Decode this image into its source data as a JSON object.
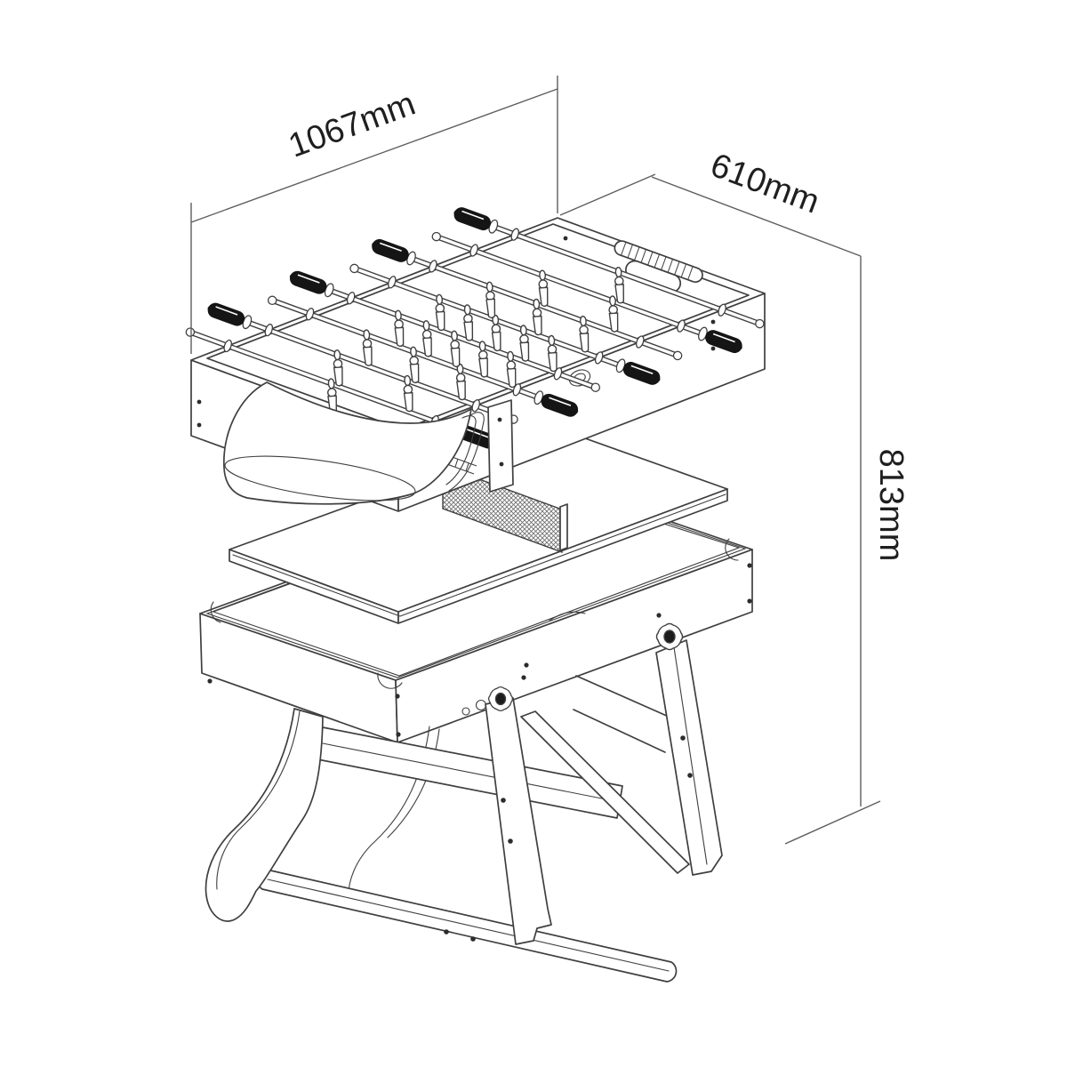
{
  "diagram": {
    "kind": "technical-line-drawing",
    "subject": "folding multi-game table exploded isometric view (foosball top, table-tennis panel, folding base)",
    "dimensions": {
      "length": {
        "label": "1067mm",
        "value": 1067,
        "unit": "mm"
      },
      "depth": {
        "label": "610mm",
        "value": 610,
        "unit": "mm"
      },
      "height": {
        "label": "813mm",
        "value": 813,
        "unit": "mm"
      }
    },
    "style": {
      "line_color": "#3f3f3f",
      "dimension_line_color": "#5e5e5e",
      "text_color": "#1f1f1f",
      "background_color": "#ffffff",
      "handle_color": "#151515"
    }
  }
}
